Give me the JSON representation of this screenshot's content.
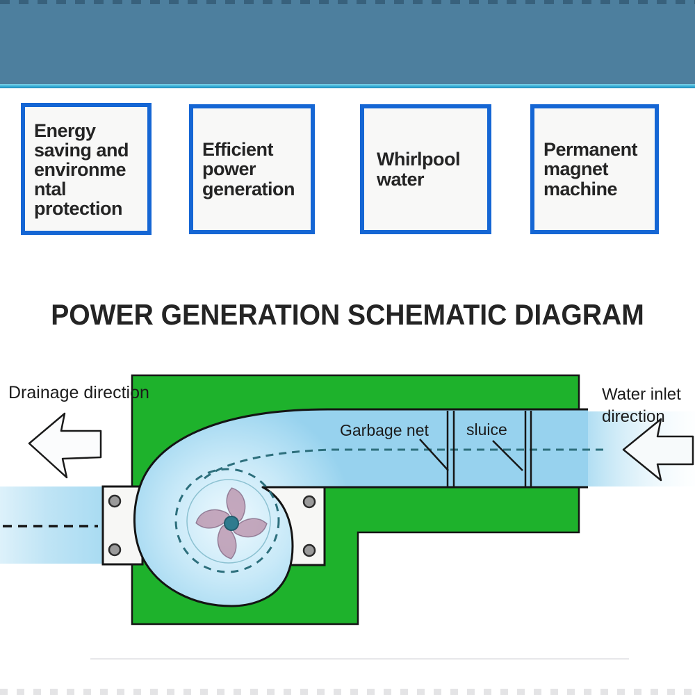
{
  "feature_boxes": [
    {
      "label": "Energy\nsaving and\nenvironme\nntal\nprotection"
    },
    {
      "label": "Efficient\npower\ngeneration"
    },
    {
      "label": "Whirlpool\nwater"
    },
    {
      "label": "Permanent\nmagnet\nmachine"
    }
  ],
  "title": "POWER GENERATION SCHEMATIC DIAGRAM",
  "diagram_labels": {
    "drainage": "Drainage direction",
    "garbage_net": "Garbage net",
    "sluice": "sluice",
    "water_inlet": "Water inlet\ndirection"
  },
  "colors": {
    "banner_blue": "#4d7f9e",
    "banner_accent": "#35aed6",
    "box_border_blue": "#1566d4",
    "diagram_green": "#1eb22c",
    "water_light": "#eef9fe",
    "water_mid": "#c8e9f8",
    "water_deep": "#97d2ee",
    "dash_teal": "#2d6f7c",
    "fan_mauve": "#ba94ac",
    "fan_hub_teal": "#2f7b8e"
  }
}
